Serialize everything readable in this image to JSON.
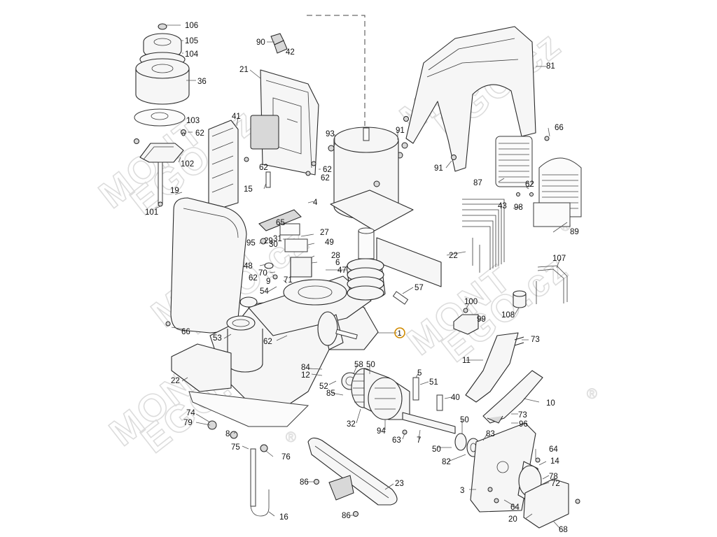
{
  "diagram": {
    "watermark": {
      "line1": "MONT",
      "line2": "EGO.cz",
      "reg": "®"
    },
    "callouts": [
      {
        "id": "106",
        "label": "106"
      },
      {
        "id": "105",
        "label": "105"
      },
      {
        "id": "104",
        "label": "104"
      },
      {
        "id": "36",
        "label": "36"
      },
      {
        "id": "103",
        "label": "103"
      },
      {
        "id": "62a",
        "label": "62"
      },
      {
        "id": "102",
        "label": "102"
      },
      {
        "id": "101",
        "label": "101"
      },
      {
        "id": "19",
        "label": "19"
      },
      {
        "id": "90",
        "label": "90"
      },
      {
        "id": "42",
        "label": "42"
      },
      {
        "id": "21",
        "label": "21"
      },
      {
        "id": "41",
        "label": "41"
      },
      {
        "id": "62b",
        "label": "62"
      },
      {
        "id": "15",
        "label": "15"
      },
      {
        "id": "62c",
        "label": "62"
      },
      {
        "id": "62d",
        "label": "62"
      },
      {
        "id": "4",
        "label": "4"
      },
      {
        "id": "65",
        "label": "65"
      },
      {
        "id": "27",
        "label": "27"
      },
      {
        "id": "95",
        "label": "95"
      },
      {
        "id": "31",
        "label": "31"
      },
      {
        "id": "29",
        "label": "29"
      },
      {
        "id": "30",
        "label": "30"
      },
      {
        "id": "49",
        "label": "49"
      },
      {
        "id": "48",
        "label": "48"
      },
      {
        "id": "28",
        "label": "28"
      },
      {
        "id": "6",
        "label": "6"
      },
      {
        "id": "70",
        "label": "70"
      },
      {
        "id": "62e",
        "label": "62"
      },
      {
        "id": "71",
        "label": "71"
      },
      {
        "id": "9",
        "label": "9"
      },
      {
        "id": "54",
        "label": "54"
      },
      {
        "id": "47",
        "label": "47"
      },
      {
        "id": "57",
        "label": "57"
      },
      {
        "id": "93",
        "label": "93"
      },
      {
        "id": "91a",
        "label": "91"
      },
      {
        "id": "91b",
        "label": "91"
      },
      {
        "id": "81",
        "label": "81"
      },
      {
        "id": "66a",
        "label": "66"
      },
      {
        "id": "87",
        "label": "87"
      },
      {
        "id": "62f",
        "label": "62"
      },
      {
        "id": "98",
        "label": "98"
      },
      {
        "id": "43",
        "label": "43"
      },
      {
        "id": "89",
        "label": "89"
      },
      {
        "id": "22a",
        "label": "22"
      },
      {
        "id": "107",
        "label": "107"
      },
      {
        "id": "100",
        "label": "100"
      },
      {
        "id": "99",
        "label": "99"
      },
      {
        "id": "108",
        "label": "108"
      },
      {
        "id": "66b",
        "label": "66"
      },
      {
        "id": "53",
        "label": "53"
      },
      {
        "id": "62g",
        "label": "62"
      },
      {
        "id": "1",
        "label": "1"
      },
      {
        "id": "73a",
        "label": "73"
      },
      {
        "id": "11",
        "label": "11"
      },
      {
        "id": "10",
        "label": "10"
      },
      {
        "id": "73b",
        "label": "73"
      },
      {
        "id": "96",
        "label": "96"
      },
      {
        "id": "22b",
        "label": "22"
      },
      {
        "id": "84",
        "label": "84"
      },
      {
        "id": "12",
        "label": "12"
      },
      {
        "id": "58",
        "label": "58"
      },
      {
        "id": "50a",
        "label": "50"
      },
      {
        "id": "5",
        "label": "5"
      },
      {
        "id": "51",
        "label": "51"
      },
      {
        "id": "52",
        "label": "52"
      },
      {
        "id": "85",
        "label": "85"
      },
      {
        "id": "40",
        "label": "40"
      },
      {
        "id": "74",
        "label": "74"
      },
      {
        "id": "79",
        "label": "79"
      },
      {
        "id": "8",
        "label": "8"
      },
      {
        "id": "32",
        "label": "32"
      },
      {
        "id": "94",
        "label": "94"
      },
      {
        "id": "50b",
        "label": "50"
      },
      {
        "id": "83",
        "label": "83"
      },
      {
        "id": "63",
        "label": "63"
      },
      {
        "id": "7",
        "label": "7"
      },
      {
        "id": "75",
        "label": "75"
      },
      {
        "id": "76",
        "label": "76"
      },
      {
        "id": "50c",
        "label": "50"
      },
      {
        "id": "64a",
        "label": "64"
      },
      {
        "id": "14",
        "label": "14"
      },
      {
        "id": "82",
        "label": "82"
      },
      {
        "id": "78",
        "label": "78"
      },
      {
        "id": "72",
        "label": "72"
      },
      {
        "id": "86a",
        "label": "86"
      },
      {
        "id": "23",
        "label": "23"
      },
      {
        "id": "3",
        "label": "3"
      },
      {
        "id": "64b",
        "label": "64"
      },
      {
        "id": "20",
        "label": "20"
      },
      {
        "id": "86b",
        "label": "86"
      },
      {
        "id": "16",
        "label": "16"
      },
      {
        "id": "68",
        "label": "68"
      }
    ]
  }
}
